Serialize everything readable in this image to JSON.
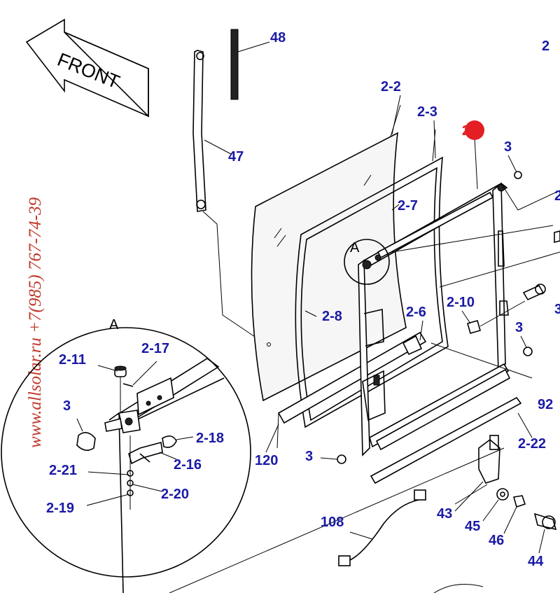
{
  "direction_label": "FRONT",
  "watermark": "www.allsolar.ru +7(985) 767-74-39",
  "detail_label": "A",
  "colors": {
    "callout_text": "#1a1aa6",
    "highlight_circle": "#e31e24",
    "watermark": "#c0392b"
  },
  "callouts": {
    "c48": "48",
    "c2": "2",
    "c2_2": "2-2",
    "c2_3": "2-3",
    "c2_1": "2-1",
    "c3a": "3",
    "c47": "47",
    "c2_7": "2-7",
    "c2_10": "2-10",
    "c2_8": "2-8",
    "c2_6": "2-6",
    "c3b": "3",
    "c92": "92",
    "c2_22": "2-22",
    "c120": "120",
    "c3c": "3",
    "c43": "43",
    "c45": "45",
    "c46": "46",
    "c44": "44",
    "c108": "108",
    "c2_11": "2-11",
    "c2_17": "2-17",
    "c3d": "3",
    "c2_18": "2-18",
    "c2_16": "2-16",
    "c2_21": "2-21",
    "c2_20": "2-20",
    "c2_19": "2-19"
  },
  "partial_labels": {
    "edge_r1": "2",
    "edge_r2": "3"
  }
}
